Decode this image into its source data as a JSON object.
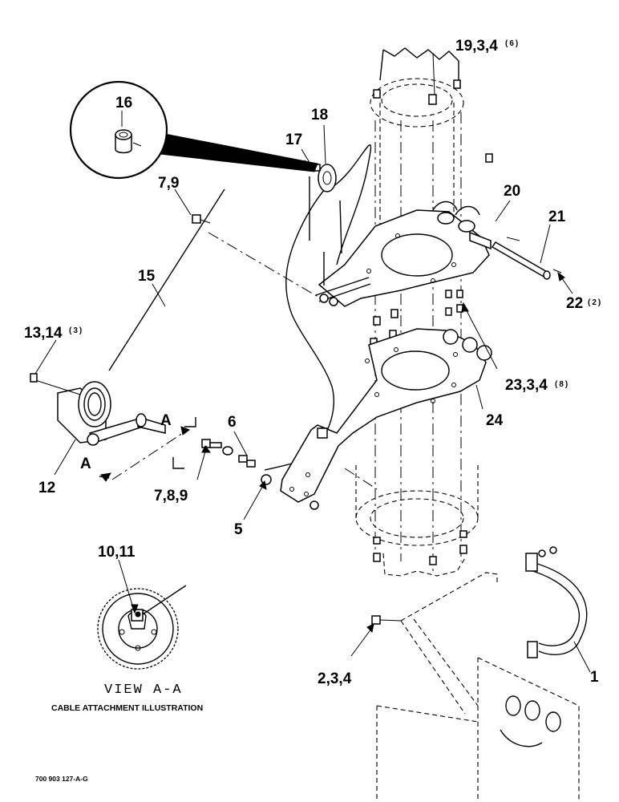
{
  "callouts": {
    "c19": "19,3,4",
    "c19_qty": "(6)",
    "c16": "16",
    "c18": "18",
    "c17": "17",
    "c7_9": "7,9",
    "c20": "20",
    "c21": "21",
    "c15": "15",
    "c22": "22",
    "c22_qty": "(2)",
    "c13_14": "13,14",
    "c13_14_qty": "(3)",
    "c23": "23,3,4",
    "c23_qty": "(8)",
    "c6": "6",
    "c24": "24",
    "cA1": "A",
    "cA2": "A",
    "c12": "12",
    "c7_8_9": "7,8,9",
    "c5": "5",
    "c10_11": "10,11",
    "c2_3_4": "2,3,4",
    "c1": "1"
  },
  "detail_view": {
    "title": "VIEW A-A",
    "caption": "CABLE ATTACHMENT ILLUSTRATION"
  },
  "document_number": "700 903 127-A-G"
}
